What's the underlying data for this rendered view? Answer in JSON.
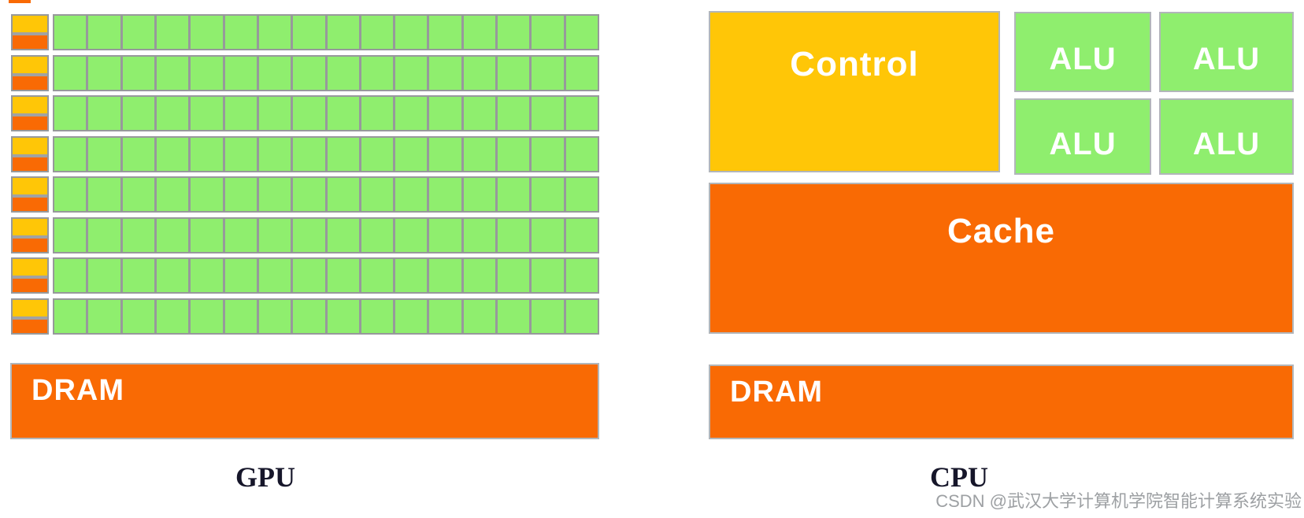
{
  "colors": {
    "orange": "#f96a04",
    "yellow": "#ffc607",
    "green": "#8fee6e",
    "grid_border": "#97999b",
    "box_border": "#b2b6ba",
    "caption": "#16162a",
    "watermark": "#9da0a3",
    "background": "#ffffff"
  },
  "gpu": {
    "caption": "GPU",
    "dram_label": "DRAM",
    "core_grid": {
      "rows": 8,
      "cols": 16,
      "row_control_segments": [
        "yellow",
        "divider",
        "orange"
      ]
    }
  },
  "cpu": {
    "caption": "CPU",
    "control_label": "Control",
    "alu_labels": [
      "ALU",
      "ALU",
      "ALU",
      "ALU"
    ],
    "cache_label": "Cache",
    "dram_label": "DRAM"
  },
  "watermark": "CSDN @武汉大学计算机学院智能计算系统实验"
}
